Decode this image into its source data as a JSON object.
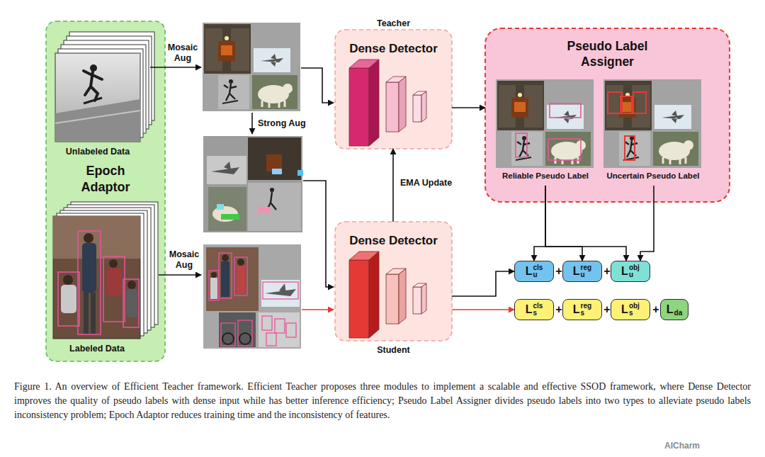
{
  "diagram": {
    "caption": "Figure 1. An overview of Efficient Teacher framework. Efficient Teacher proposes three modules to implement a scalable and effective SSOD framework, where Dense Detector improves the quality of pseudo labels with dense input while has better inference efficiency; Pseudo Label Assigner divides pseudo labels into two types to alleviate pseudo labels inconsistency problem; Epoch Adaptor reduces training time and the inconsistency of features.",
    "nodes": [
      {
        "text": [
          "Epoch Adaptor"
        ]
      },
      {
        "text": [
          "Unlabeled Data"
        ],
        "in": 0
      },
      {
        "text": [
          "Labeled Data"
        ],
        "in": 0
      },
      {
        "text": [
          "Teacher",
          "Dense Detector"
        ]
      },
      {
        "text": [
          "Pseudo Label Assigner"
        ]
      },
      {
        "text": [
          "Reliable Pseudo Label"
        ],
        "in": 4
      },
      {
        "text": [
          "Uncertain Pseudo Label"
        ],
        "in": 4
      },
      {
        "text": [
          "Dense Detector",
          "Student"
        ]
      },
      {
        "text": [
          "L",
          "u",
          "cls"
        ]
      },
      {
        "text": [
          "L",
          "u",
          "reg"
        ]
      },
      {
        "text": [
          "L",
          "u",
          "obj"
        ]
      },
      {
        "text": [
          "L",
          "s",
          "cls"
        ]
      },
      {
        "text": [
          "L",
          "s",
          "reg"
        ]
      },
      {
        "text": [
          "L",
          "s",
          "obj"
        ]
      },
      {
        "text": [
          "L",
          "da"
        ]
      }
    ],
    "edges": [
      {
        "from": 7,
        "to": 3,
        "label": "EMA Update",
        "arrow": "to"
      },
      {
        "from": 3,
        "to": 4,
        "arrow": "to"
      },
      {
        "from": 5,
        "to": 8,
        "arrow": "to"
      },
      {
        "from": 5,
        "to": 9,
        "arrow": "to"
      },
      {
        "from": 5,
        "to": 10,
        "arrow": "to"
      },
      {
        "from": 6,
        "to": 10,
        "arrow": "to"
      },
      {
        "from": 7,
        "to": 8,
        "arrow": "to"
      },
      {
        "from": 7,
        "to": 11,
        "arrow": "to"
      }
    ],
    "labels": [
      "Mosaic Aug",
      "Strong Aug",
      "Mosaic Aug",
      "+",
      "+",
      "+",
      "+",
      "+",
      "AICharm"
    ]
  }
}
